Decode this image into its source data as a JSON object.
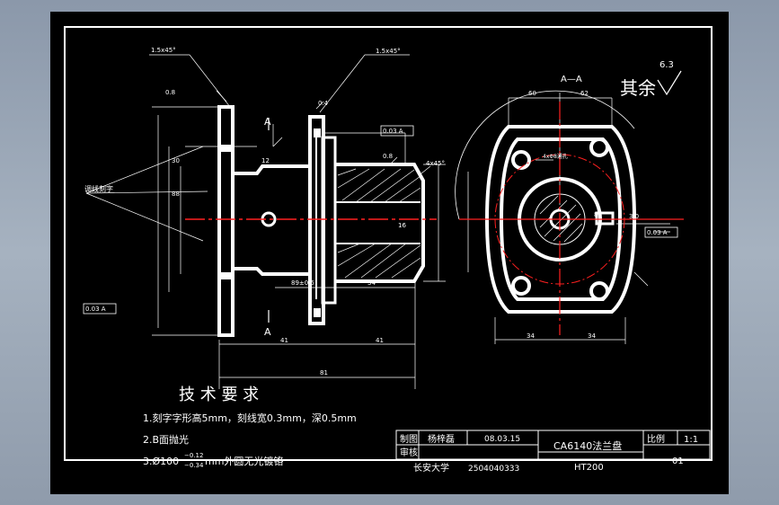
{
  "drawing": {
    "section_label": "A—A",
    "view_arrow_label": "A",
    "surface_finish": {
      "prefix": "其余",
      "value": "6.3"
    },
    "callout_label": "调线刻字",
    "dims_left": {
      "chamfer_left": "1.5x45°",
      "chamfer_right": "1.5x45°",
      "rough_08_a": "0.8",
      "rough_08_b": "0.8",
      "rough_04": "0.4",
      "chamfer_hub": "4x45°",
      "dim_30": "30",
      "dim_88": "88",
      "dim_89": "89±0.5",
      "dim_34": "34",
      "dim_41a": "41",
      "dim_41b": "41",
      "dim_81": "81",
      "dim_16": "16",
      "dim_12": "12",
      "tol_box_1": "0.03 A",
      "tol_box_2": "0.03 A"
    },
    "dims_right": {
      "dim_60": "60",
      "dim_62": "62",
      "dim_34a": "34",
      "dim_34b": "34",
      "hole_note": "4xΦ8通孔",
      "dim_8": "8",
      "dim_3": "3.0",
      "tol_box": "0.03 A"
    }
  },
  "requirements": {
    "title": "技 术 要 求",
    "items": [
      "1.刻字字形高5mm，刻线宽0.3mm，深0.5mm",
      "2.B面抛光",
      "3.Ø100"
    ],
    "item3_tol_upper": "−0.12",
    "item3_tol_lower": "−0.34",
    "item3_suffix": "mm外圆无光镀铬"
  },
  "title_block": {
    "row1_label": "制图",
    "row2_label": "审核",
    "designer": "杨梓磊",
    "date": "08.03.15",
    "school": "长安大学",
    "student_id": "2504040333",
    "part_name": "CA6140法兰盘",
    "material": "HT200",
    "scale_label": "比例",
    "scale_value": "1:1",
    "sheet_number": "01"
  }
}
